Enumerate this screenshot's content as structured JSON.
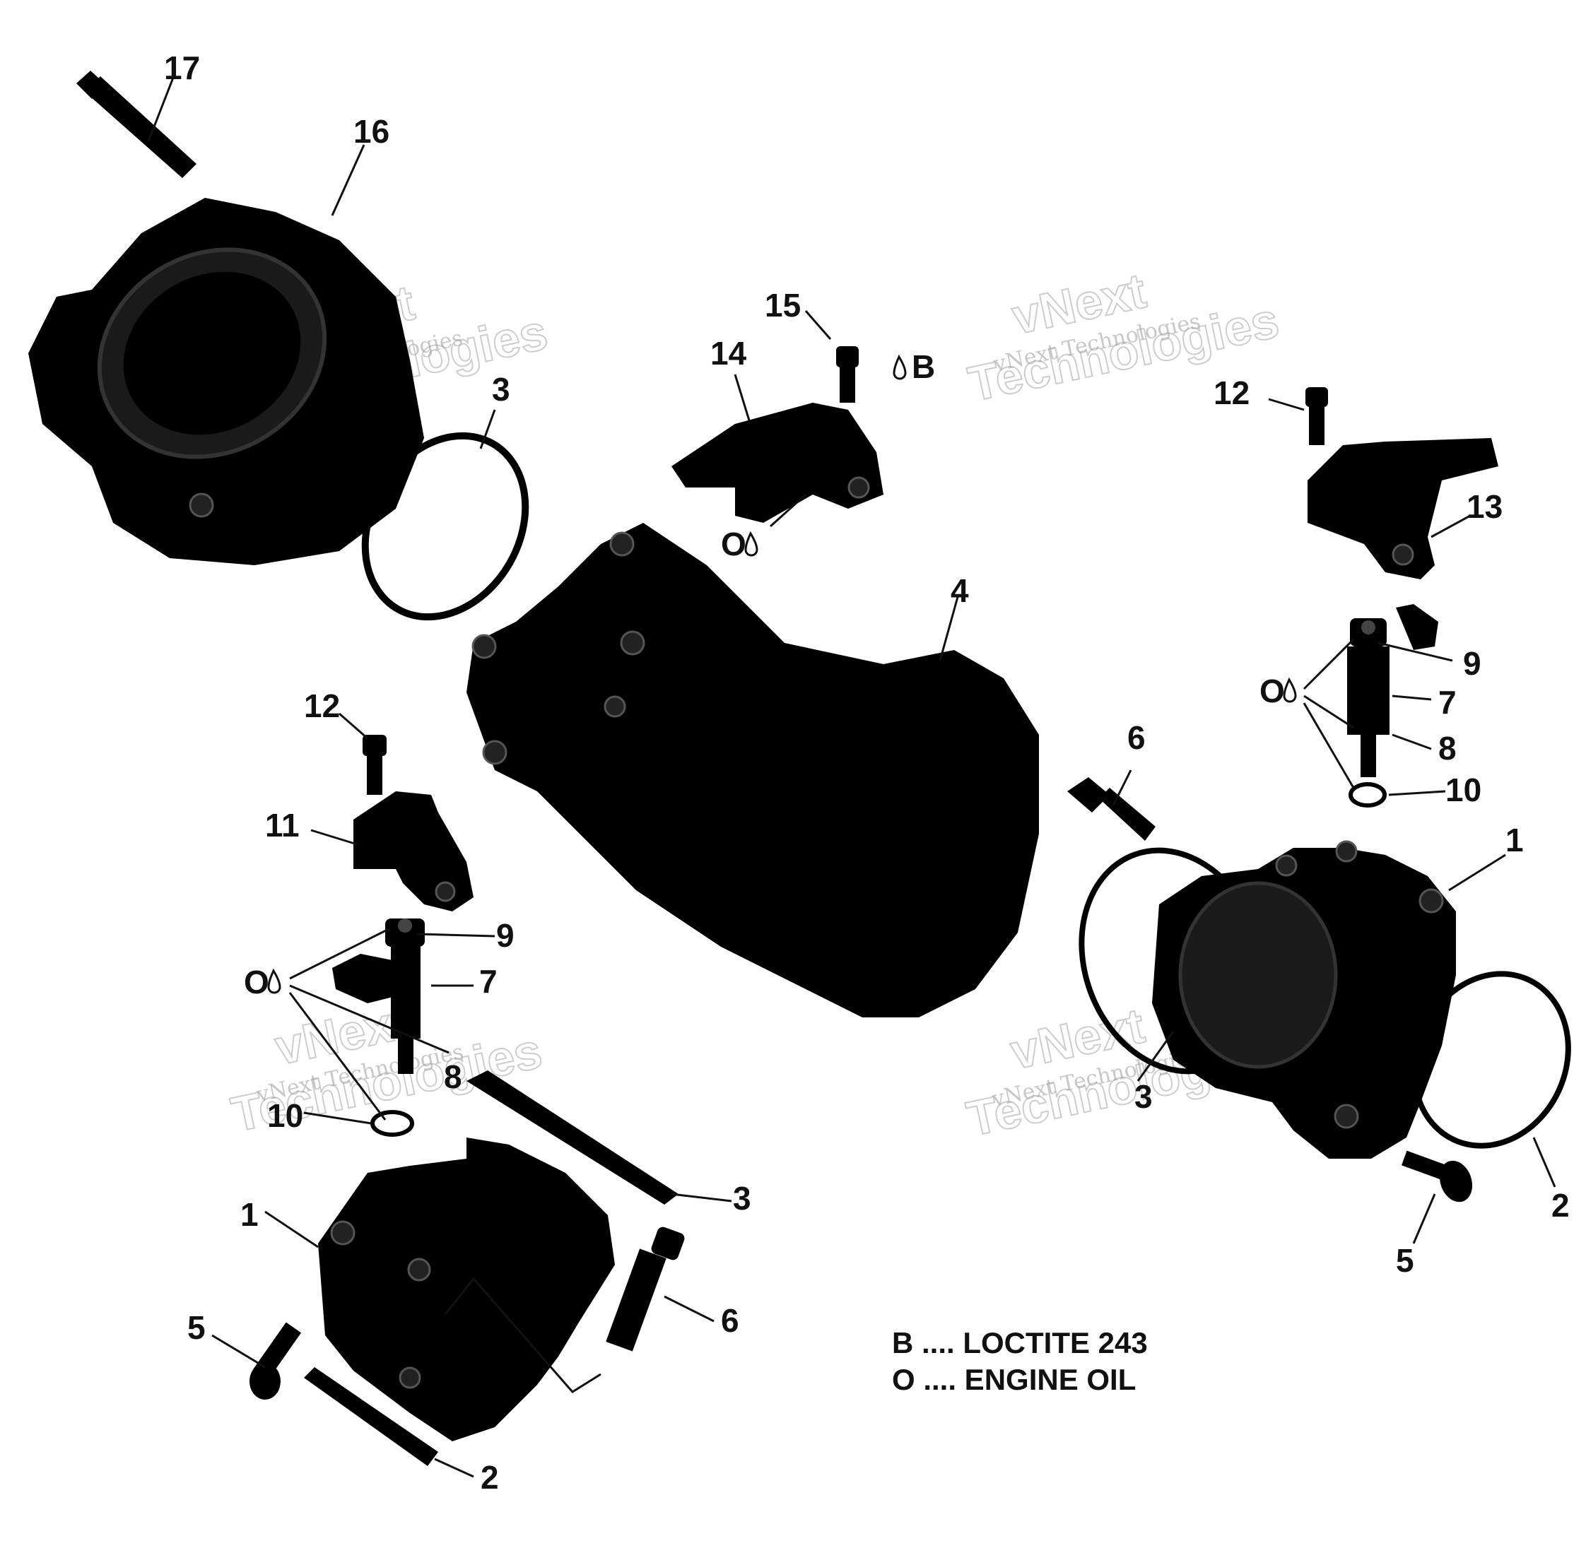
{
  "callouts": {
    "c17": "17",
    "c16": "16",
    "c15": "15",
    "c14": "14",
    "c13": "13",
    "c12a": "12",
    "c12b": "12",
    "c11": "11",
    "c10a": "10",
    "c10b": "10",
    "c9a": "9",
    "c9b": "9",
    "c8a": "8",
    "c8b": "8",
    "c7a": "7",
    "c7b": "7",
    "c6a": "6",
    "c6b": "6",
    "c5a": "5",
    "c5b": "5",
    "c4": "4",
    "c3a": "3",
    "c3b": "3",
    "c3c": "3",
    "c2a": "2",
    "c2b": "2",
    "c1a": "1",
    "c1b": "1"
  },
  "symbols": {
    "oil_letter": "O",
    "loctite_letter": "B"
  },
  "legend": {
    "loctite": "B .... LOCTITE 243",
    "oil": "O .... ENGINE OIL"
  },
  "watermark": {
    "small": "vNext Technologies",
    "big_line1": "vNext",
    "big_line2": "Technologies"
  },
  "colors": {
    "parts": "#000000",
    "background": "#ffffff",
    "watermark": "#9a9a9a"
  }
}
